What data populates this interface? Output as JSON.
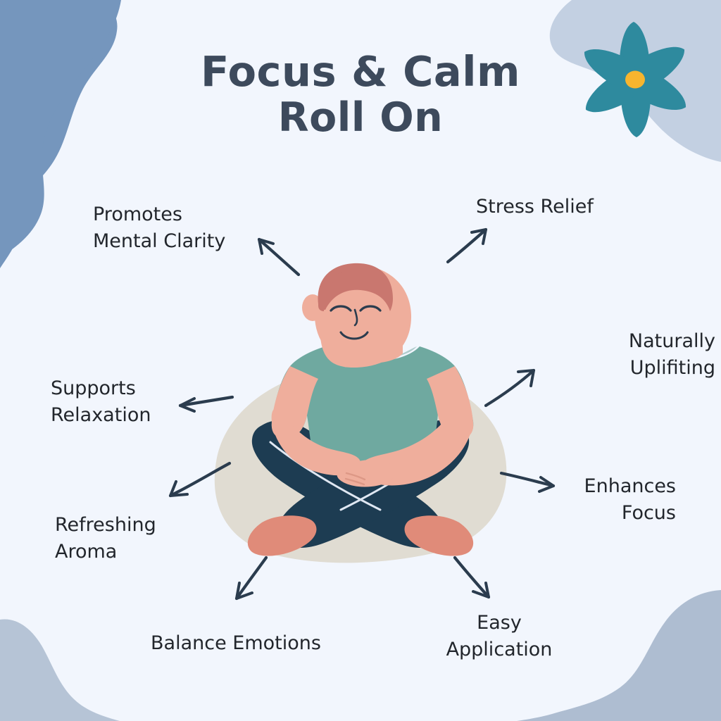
{
  "background": {
    "page_color": "#f2f6fd",
    "blob_top_left_color": "#7596bd",
    "blob_top_right_color": "#c3d0e2",
    "blob_bottom_left_color": "#b6c4d6",
    "blob_bottom_right_color": "#aebdd1"
  },
  "header": {
    "title_line1": "Focus & Calm",
    "title_line2": "Roll On",
    "title_color": "#3d4a5c"
  },
  "decor": {
    "flower_petal_color": "#2e8a9e",
    "flower_center_color": "#f7b52e",
    "flower_name": "daisy-flower-icon"
  },
  "illustration": {
    "name": "meditating-person-illustration",
    "mat_color": "#e0dcd2",
    "skin_color": "#efae9c",
    "skin_shadow_color": "#e08b79",
    "hair_color": "#c9776f",
    "shirt_color": "#6fa9a0",
    "pants_color": "#1d3c52",
    "line_color": "#2b3c4e"
  },
  "benefits": [
    {
      "id": "promotes-mental-clarity",
      "text": "Promotes\nMental Clarity",
      "position": "top-left"
    },
    {
      "id": "stress-relief",
      "text": "Stress Relief",
      "position": "top-right"
    },
    {
      "id": "naturally-uplifiting",
      "text": "Naturally\nUplifiting",
      "position": "right-upper"
    },
    {
      "id": "enhances-focus",
      "text": "Enhances\nFocus",
      "position": "right-lower"
    },
    {
      "id": "easy-application",
      "text": "Easy\nApplication",
      "position": "bottom-right"
    },
    {
      "id": "balance-emotions",
      "text": "Balance Emotions",
      "position": "bottom-left"
    },
    {
      "id": "refreshing-aroma",
      "text": "Refreshing\nAroma",
      "position": "left-lower"
    },
    {
      "id": "supports-relaxation",
      "text": "Supports\nRelaxation",
      "position": "left-upper"
    }
  ],
  "arrows": {
    "color": "#2b3c4e",
    "count": 8,
    "style": "hand-drawn-curved"
  }
}
